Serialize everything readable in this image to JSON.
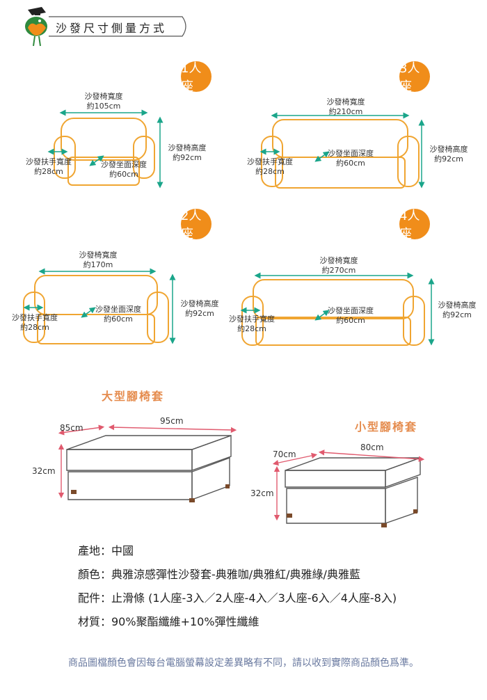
{
  "header": {
    "title": "沙發尺寸側量方式"
  },
  "sofas": [
    {
      "badge": "1人座",
      "width_label": "沙發椅寬度",
      "width_value": "約105cm",
      "height_label": "沙發椅高度",
      "height_value": "約92cm",
      "arm_label": "沙發扶手寬度",
      "arm_value": "約28cm",
      "depth_label": "沙發坐面深度",
      "depth_value": "約60cm"
    },
    {
      "badge": "3人座",
      "width_label": "沙發椅寬度",
      "width_value": "約210cm",
      "height_label": "沙發椅高度",
      "height_value": "約92cm",
      "arm_label": "沙發扶手寬度",
      "arm_value": "約28cm",
      "depth_label": "沙發坐面深度",
      "depth_value": "約60cm"
    },
    {
      "badge": "2人座",
      "width_label": "沙發椅寬度",
      "width_value": "約170m",
      "height_label": "沙發椅高度",
      "height_value": "約92cm",
      "arm_label": "沙發扶手寬度",
      "arm_value": "約28cm",
      "depth_label": "沙發坐面深度",
      "depth_value": "約60cm"
    },
    {
      "badge": "4人座",
      "width_label": "沙發椅寬度",
      "width_value": "約270cm",
      "height_label": "沙發椅高度",
      "height_value": "約92cm",
      "arm_label": "沙發扶手寬度",
      "arm_value": "約28cm",
      "depth_label": "沙發坐面深度",
      "depth_value": "約60cm"
    }
  ],
  "ottomans": [
    {
      "title": "大型腳椅套",
      "depth": "85cm",
      "width": "95cm",
      "height": "32cm"
    },
    {
      "title": "小型腳椅套",
      "depth": "70cm",
      "width": "80cm",
      "height": "32cm"
    }
  ],
  "info": {
    "origin": "產地：中國",
    "color": "顏色：典雅涼感彈性沙發套-典雅咖/典雅紅/典雅綠/典雅藍",
    "accessory": "配件：止滑條 (1人座-3入／2人座-4入／3人座-6入／4人座-8入)",
    "material": "材質：90%聚酯纖維+10%彈性纖維"
  },
  "footer_note": "商品圖檔顏色會因每台電腦螢幕設定差異略有不同，請以收到實際商品顏色爲準。",
  "colors": {
    "accent": "#f08d1a",
    "sofa_outline": "#f0a531",
    "arrow": "#1aa58a",
    "dim_line": "#e05a6e",
    "note": "#6a7aa0"
  }
}
